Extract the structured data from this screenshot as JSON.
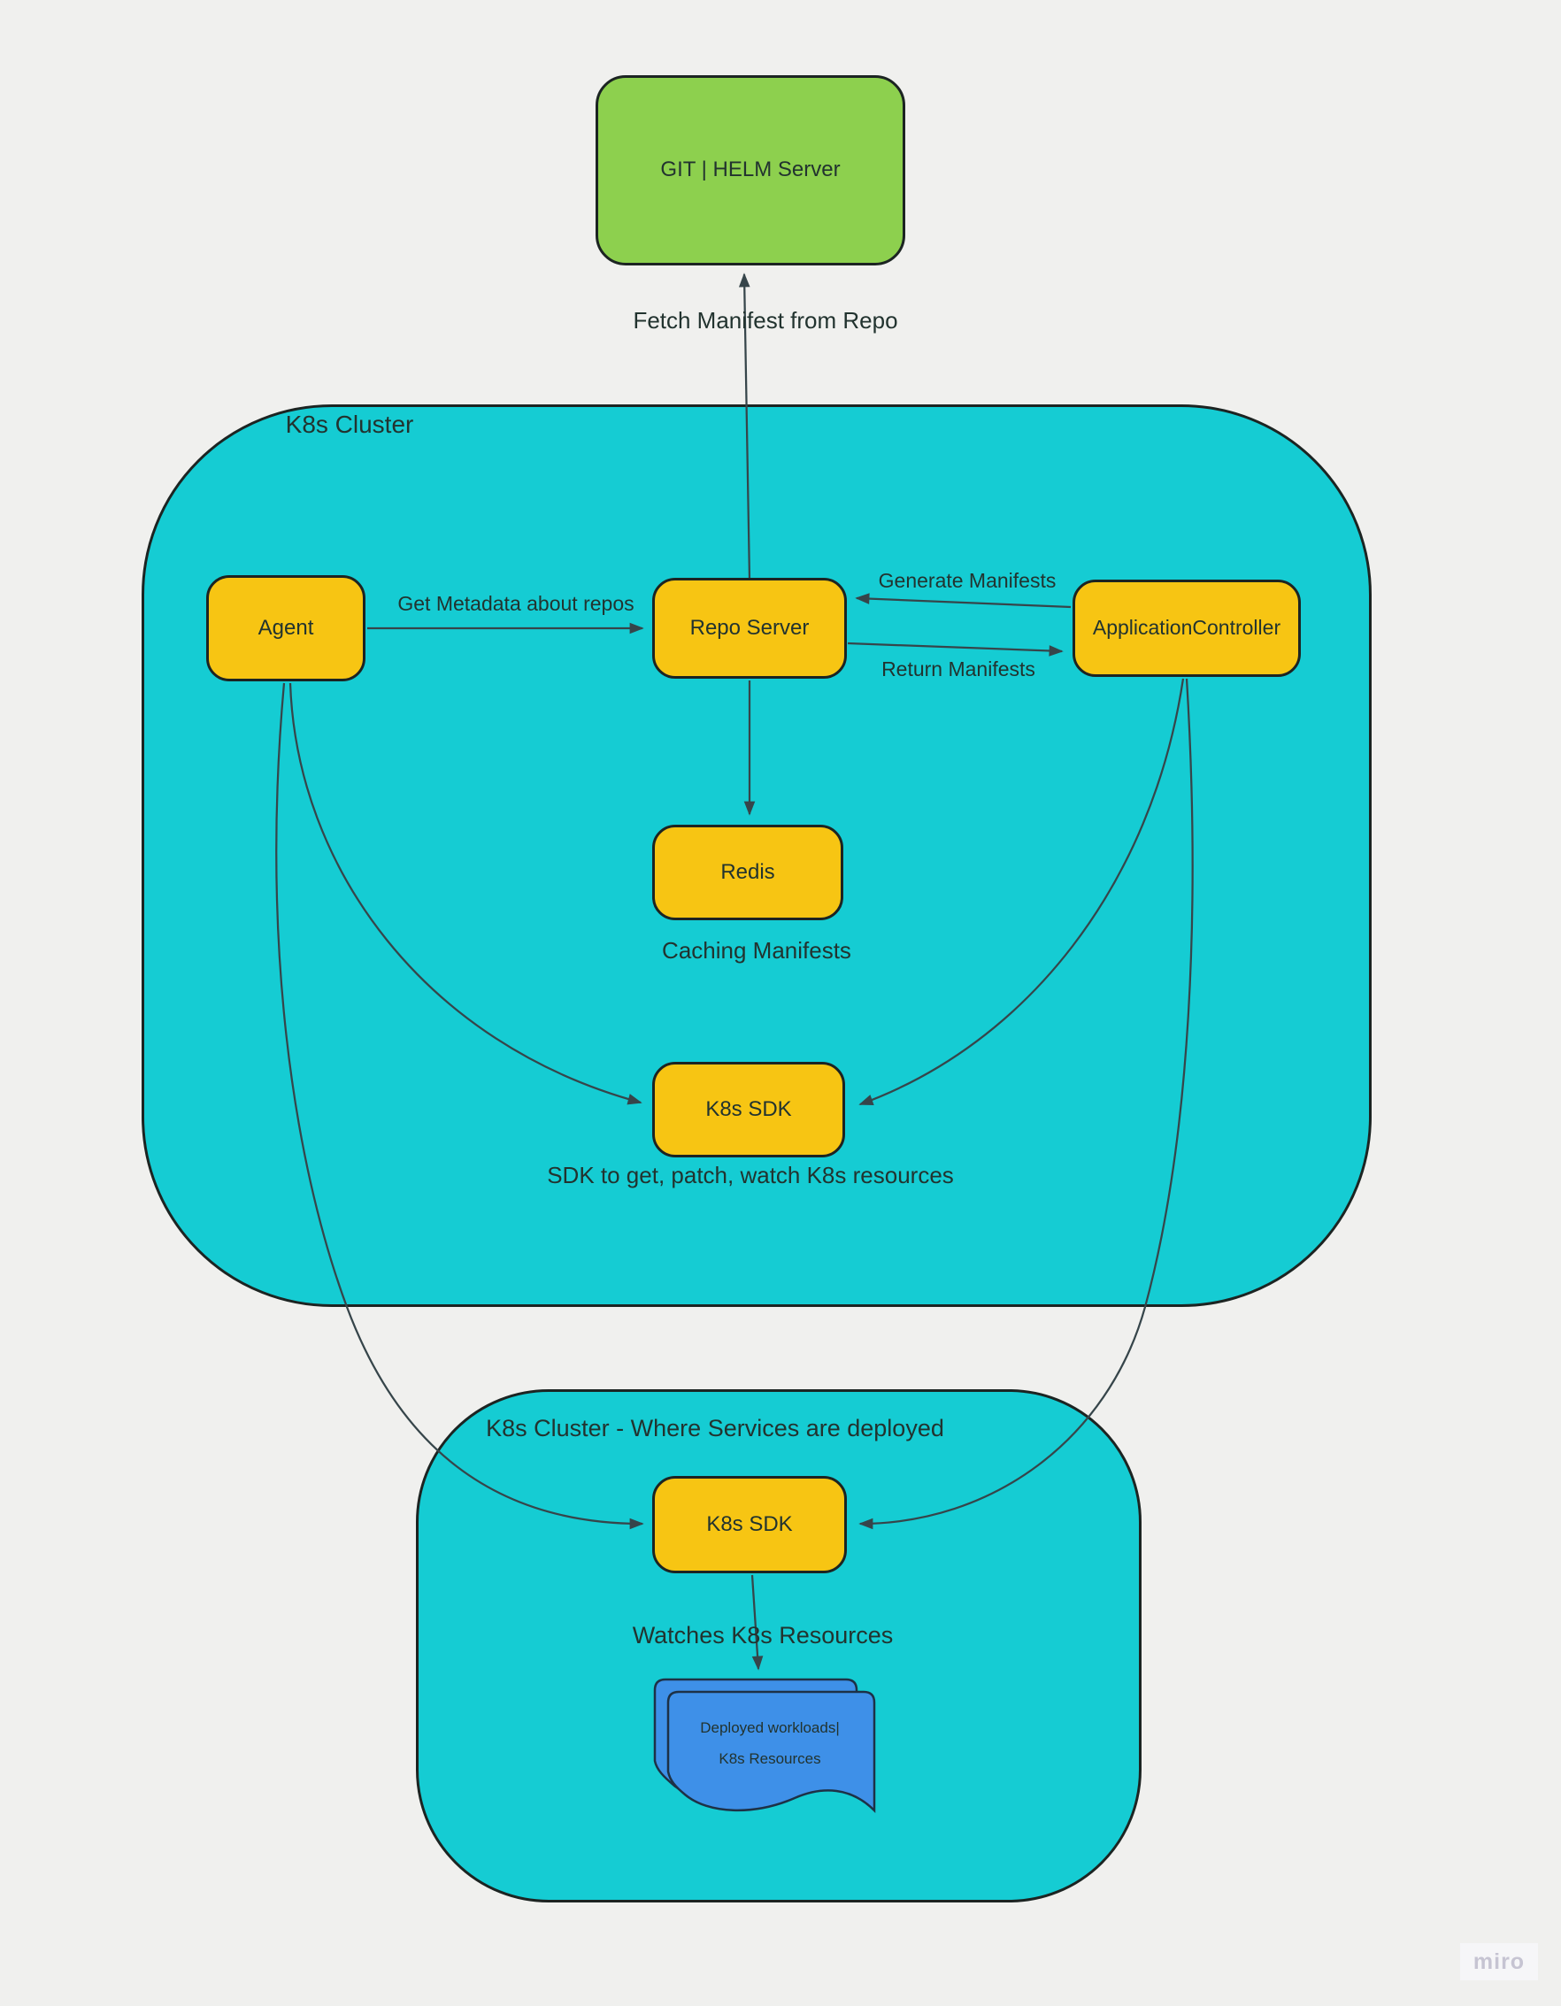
{
  "colors": {
    "bg": "#f0f0ee",
    "cluster": "#15ccd3",
    "node": "#f7c513",
    "green": "#8dd04e",
    "blue": "#3e90e8",
    "line": "#36454a",
    "border": "#1c2422",
    "text": "#22332f",
    "doc_border": "#1d3146",
    "watermark_bg": "#f6f6f8",
    "watermark_text": "#c6c4d2"
  },
  "clusters": {
    "main_title": "K8s Cluster",
    "deploy_title": "K8s Cluster - Where Services are deployed"
  },
  "nodes": {
    "git": "GIT | HELM Server",
    "agent": "Agent",
    "repo": "Repo Server",
    "appctrl": "ApplicationController",
    "redis": "Redis",
    "sdk1": "K8s SDK",
    "sdk2": "K8s SDK"
  },
  "labels": {
    "fetch": "Fetch Manifest from Repo",
    "get_metadata": "Get Metadata about repos",
    "generate": "Generate Manifests",
    "return": "Return Manifests",
    "caching": "Caching Manifests",
    "sdk_desc": "SDK to get, patch, watch K8s resources",
    "watches": "Watches K8s Resources",
    "doc_line1": "Deployed workloads|",
    "doc_line2": "K8s Resources"
  },
  "watermark": "miro"
}
